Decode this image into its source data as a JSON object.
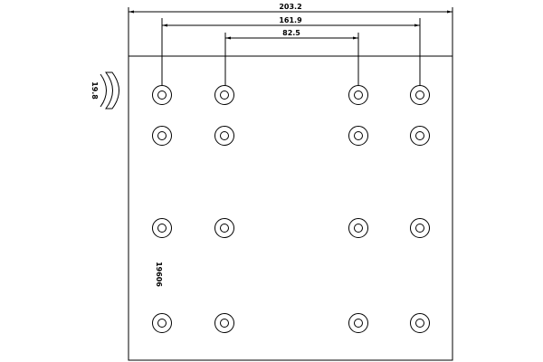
{
  "drawing": {
    "dimensions": {
      "overall_width": "203.2",
      "outer_hole_spacing": "161.9",
      "inner_hole_spacing": "82.5"
    },
    "radius_label": "19.8",
    "part_number": "19606",
    "hole_grid": {
      "columns": 4,
      "rows": 4
    },
    "line_color": "#000000",
    "background": "#ffffff"
  }
}
